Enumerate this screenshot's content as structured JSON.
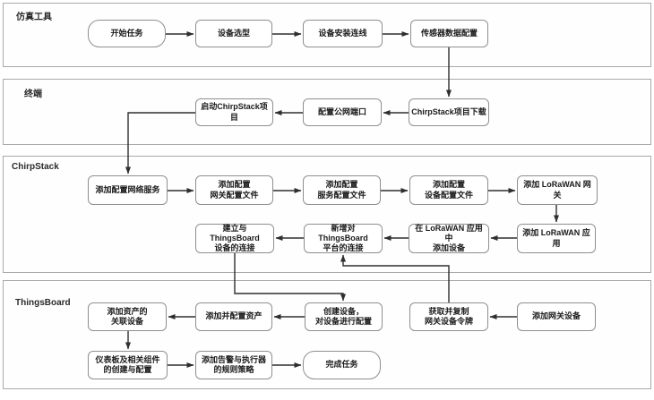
{
  "diagram": {
    "type": "flowchart-swimlanes",
    "colors": {
      "box_fill": "#ffffff",
      "box_border": "#8f8f8f",
      "lane_border": "#a9a9a9",
      "arrow": "#2e2e2e",
      "text": "#1a1a1a"
    },
    "lanes": [
      {
        "label": "仿真工具",
        "nodes": [
          {
            "label": "开始任务",
            "shape": "terminator"
          },
          {
            "label": "设备选型",
            "shape": "process"
          },
          {
            "label": "设备安装连线",
            "shape": "process"
          },
          {
            "label": "传感器数据配置",
            "shape": "process"
          }
        ]
      },
      {
        "label": "终端",
        "nodes": [
          {
            "label": "ChirpStack项目下载",
            "shape": "process"
          },
          {
            "label": "配置公网端口",
            "shape": "process"
          },
          {
            "label": "启动ChirpStack项目",
            "shape": "process"
          }
        ]
      },
      {
        "label": "ChirpStack",
        "nodes": [
          {
            "label": "添加配置网络服务",
            "shape": "process"
          },
          {
            "label": "添加配置\n网关配置文件",
            "shape": "process"
          },
          {
            "label": "添加配置\n服务配置文件",
            "shape": "process"
          },
          {
            "label": "添加配置\n设备配置文件",
            "shape": "process"
          },
          {
            "label": "添加 LoRaWAN 网关",
            "shape": "process"
          },
          {
            "label": "添加 LoRaWAN 应用",
            "shape": "process"
          },
          {
            "label": "在 LoRaWAN 应用中\n添加设备",
            "shape": "process"
          },
          {
            "label": "新增对ThingsBoard\n平台的连接",
            "shape": "process"
          },
          {
            "label": "建立与ThingsBoard\n设备的连接",
            "shape": "process"
          }
        ]
      },
      {
        "label": "ThingsBoard",
        "nodes": [
          {
            "label": "添加资产的\n关联设备",
            "shape": "process"
          },
          {
            "label": "添加并配置资产",
            "shape": "process"
          },
          {
            "label": "创建设备，\n对设备进行配置",
            "shape": "process"
          },
          {
            "label": "获取并复制\n网关设备令牌",
            "shape": "process"
          },
          {
            "label": "添加网关设备",
            "shape": "process"
          },
          {
            "label": "仪表板及相关组件\n的创建与配置",
            "shape": "process"
          },
          {
            "label": "添加告警与执行器\n的规则策略",
            "shape": "process"
          },
          {
            "label": "完成任务",
            "shape": "terminator"
          }
        ]
      }
    ],
    "edges": [
      {
        "from": "开始任务",
        "to": "设备选型"
      },
      {
        "from": "设备选型",
        "to": "设备安装连线"
      },
      {
        "from": "设备安装连线",
        "to": "传感器数据配置"
      },
      {
        "from": "传感器数据配置",
        "to": "ChirpStack项目下载"
      },
      {
        "from": "ChirpStack项目下载",
        "to": "配置公网端口"
      },
      {
        "from": "配置公网端口",
        "to": "启动ChirpStack项目"
      },
      {
        "from": "启动ChirpStack项目",
        "to": "添加配置网络服务"
      },
      {
        "from": "添加配置网络服务",
        "to": "添加配置网关配置文件"
      },
      {
        "from": "添加配置网关配置文件",
        "to": "添加配置服务配置文件"
      },
      {
        "from": "添加配置服务配置文件",
        "to": "添加配置设备配置文件"
      },
      {
        "from": "添加配置设备配置文件",
        "to": "添加 LoRaWAN 网关"
      },
      {
        "from": "添加 LoRaWAN 网关",
        "to": "添加 LoRaWAN 应用"
      },
      {
        "from": "添加 LoRaWAN 应用",
        "to": "在 LoRaWAN 应用中添加设备"
      },
      {
        "from": "在 LoRaWAN 应用中添加设备",
        "to": "新增对ThingsBoard平台的连接"
      },
      {
        "from": "获取并复制网关设备令牌",
        "to": "新增对ThingsBoard平台的连接"
      },
      {
        "from": "新增对ThingsBoard平台的连接",
        "to": "建立与ThingsBoard设备的连接"
      },
      {
        "from": "建立与ThingsBoard设备的连接",
        "to": "创建设备，对设备进行配置"
      },
      {
        "from": "添加网关设备",
        "to": "获取并复制网关设备令牌"
      },
      {
        "from": "创建设备，对设备进行配置",
        "to": "添加并配置资产"
      },
      {
        "from": "添加并配置资产",
        "to": "添加资产的关联设备"
      },
      {
        "from": "添加资产的关联设备",
        "to": "仪表板及相关组件的创建与配置"
      },
      {
        "from": "仪表板及相关组件的创建与配置",
        "to": "添加告警与执行器的规则策略"
      },
      {
        "from": "添加告警与执行器的规则策略",
        "to": "完成任务"
      }
    ]
  }
}
